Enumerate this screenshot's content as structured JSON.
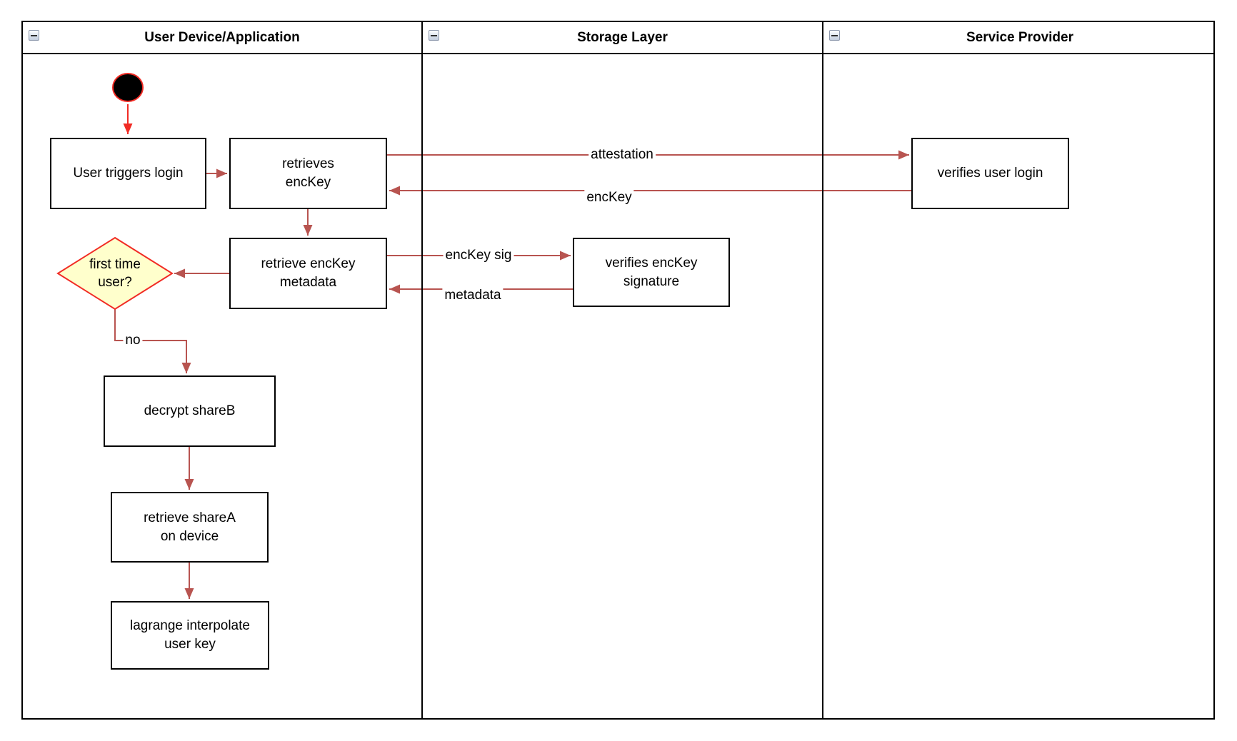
{
  "pool": {
    "lanes": [
      {
        "title": "User Device/Application",
        "icon": "collapse-minus-icon"
      },
      {
        "title": "Storage Layer",
        "icon": "collapse-minus-icon"
      },
      {
        "title": "Service Provider",
        "icon": "collapse-minus-icon"
      }
    ]
  },
  "nodes": {
    "start": {
      "type": "initial-node"
    },
    "user_triggers_login": {
      "label": "User triggers login"
    },
    "retrieves_enckey": {
      "label": "retrieves\nencKey"
    },
    "retrieve_enckey_metadata": {
      "label": "retrieve encKey\nmetadata"
    },
    "first_time_user": {
      "label": "first time\nuser?",
      "shape": "decision-diamond"
    },
    "decrypt_shareb": {
      "label": "decrypt shareB"
    },
    "retrieve_sharea": {
      "label": "retrieve shareA\non device"
    },
    "lagrange": {
      "label": "lagrange interpolate\nuser key"
    },
    "verifies_enckey_signature": {
      "label": "verifies encKey\nsignature"
    },
    "verifies_user_login": {
      "label": "verifies user login"
    }
  },
  "edge_labels": {
    "attestation": "attestation",
    "enckey": "encKey",
    "enckey_sig": "encKey sig",
    "metadata": "metadata",
    "no": "no"
  },
  "colors": {
    "edge_red": "#B85450",
    "accent_red": "#F12B24",
    "decision_fill": "#FFFFCC",
    "line_black": "#000000"
  }
}
